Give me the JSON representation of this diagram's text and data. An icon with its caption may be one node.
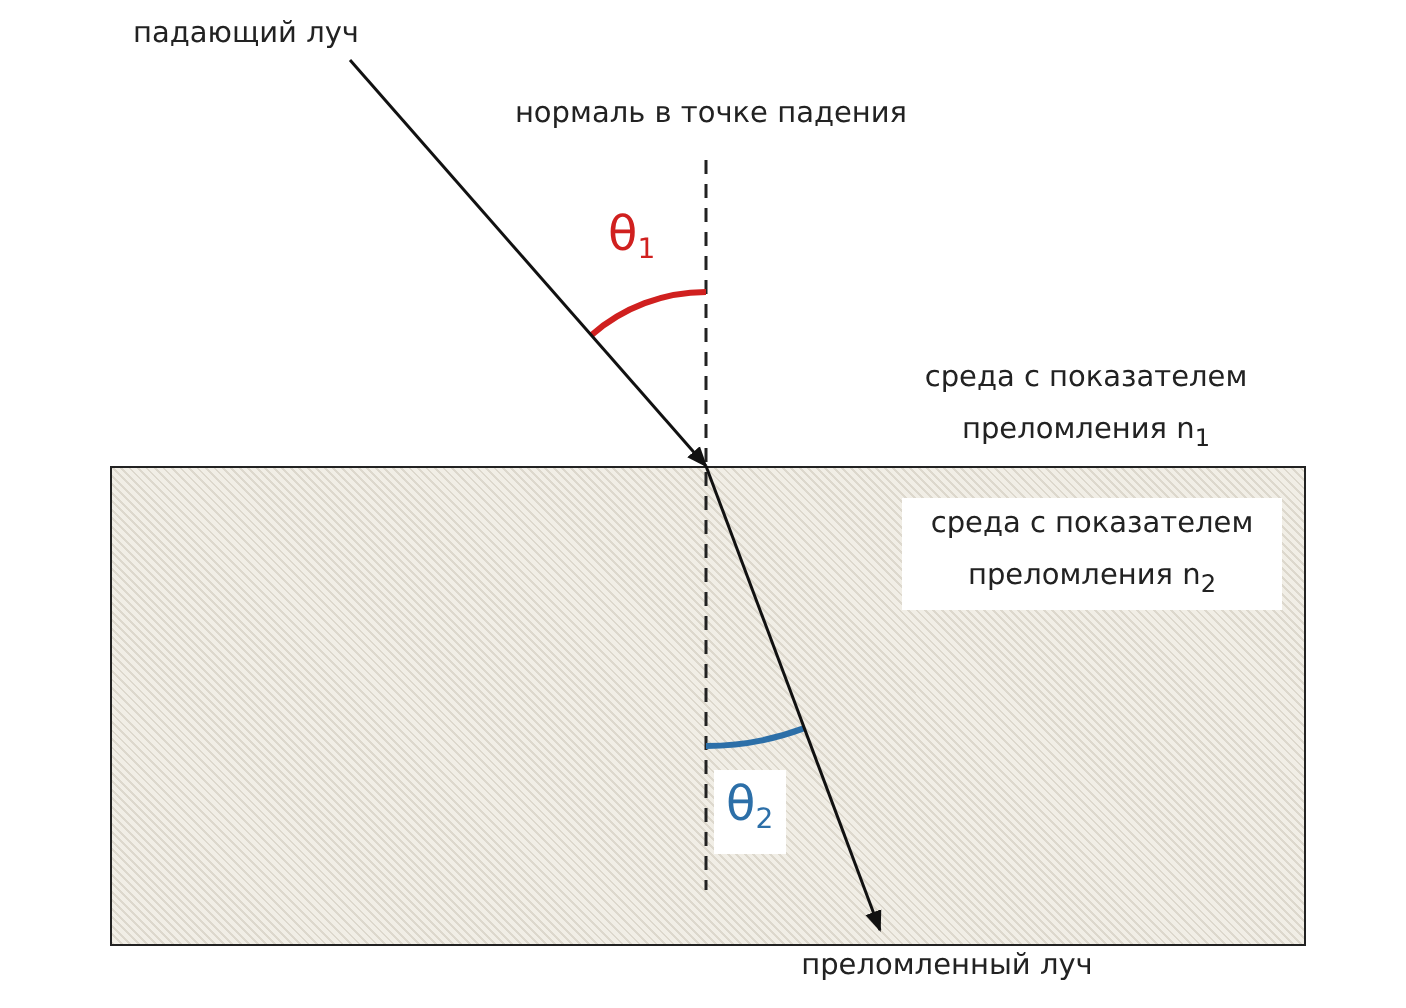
{
  "diagram": {
    "nodes": [
      {
        "text": [
          "падающий луч"
        ]
      },
      {
        "text": [
          "среда с показателем преломления n$_{2}$"
        ]
      },
      {
        "text": [
          "преломленный луч"
        ]
      }
    ],
    "edges": [
      {
        "from": 0,
        "to": 1,
        "arrow": "to"
      },
      {
        "from": 1,
        "to": 2,
        "arrow": "to"
      }
    ],
    "labels": [
      "нормаль в точке падения",
      "θ$_{1}$",
      "среда с показателем преломления n$_{1}$",
      "θ$_{2}$"
    ]
  }
}
